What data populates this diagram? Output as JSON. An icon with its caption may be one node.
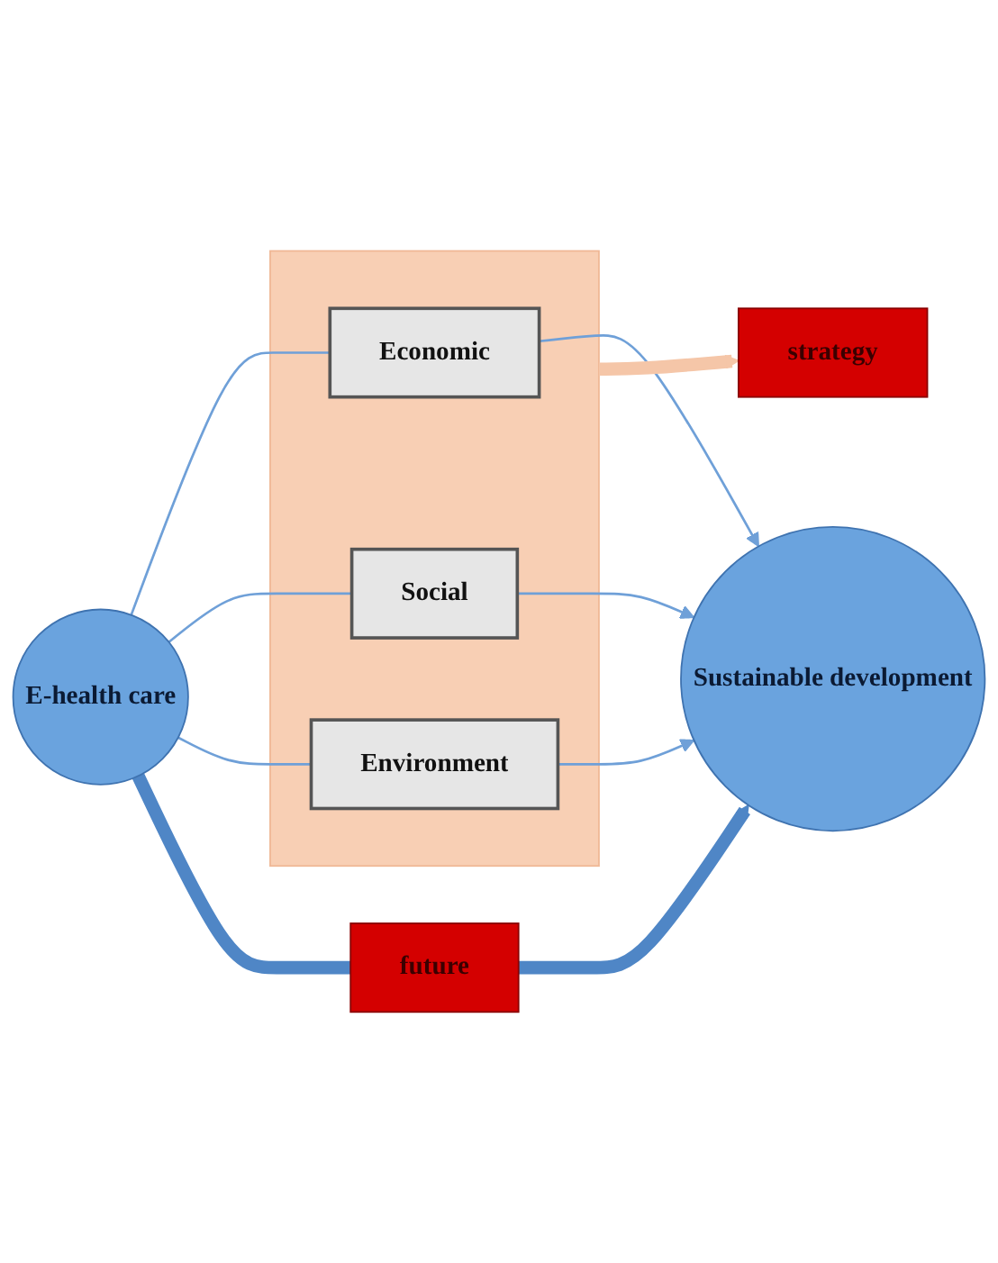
{
  "diagram": {
    "nodes": [
      {
        "text": [
          "strategy"
        ]
      },
      {
        "text": [],
        "shape": "box"
      },
      {
        "text": [
          "Economic"
        ],
        "in": 1
      },
      {
        "text": [
          "Social"
        ],
        "in": 1
      },
      {
        "text": [
          "Environment"
        ],
        "in": 1
      },
      {
        "text": [
          "E-health care"
        ]
      },
      {
        "text": [
          "Sustainable development"
        ]
      },
      {
        "text": [
          "future"
        ]
      }
    ],
    "edges": [
      {
        "from": 1,
        "to": 0,
        "arrow": "to",
        "style": "thick",
        "color": "#f5c6a8"
      },
      {
        "from": 5,
        "to": 2,
        "arrow": "none"
      },
      {
        "from": 2,
        "to": 6,
        "arrow": "to"
      },
      {
        "from": 5,
        "to": 3,
        "arrow": "none"
      },
      {
        "from": 3,
        "to": 6,
        "arrow": "to"
      },
      {
        "from": 5,
        "to": 4,
        "arrow": "none"
      },
      {
        "from": 4,
        "to": 6,
        "arrow": "to"
      },
      {
        "from": 5,
        "to": 7,
        "arrow": "none",
        "style": "thick",
        "color": "#4f86c6"
      },
      {
        "from": 7,
        "to": 6,
        "arrow": "to",
        "style": "thick",
        "color": "#4f86c6"
      }
    ]
  }
}
